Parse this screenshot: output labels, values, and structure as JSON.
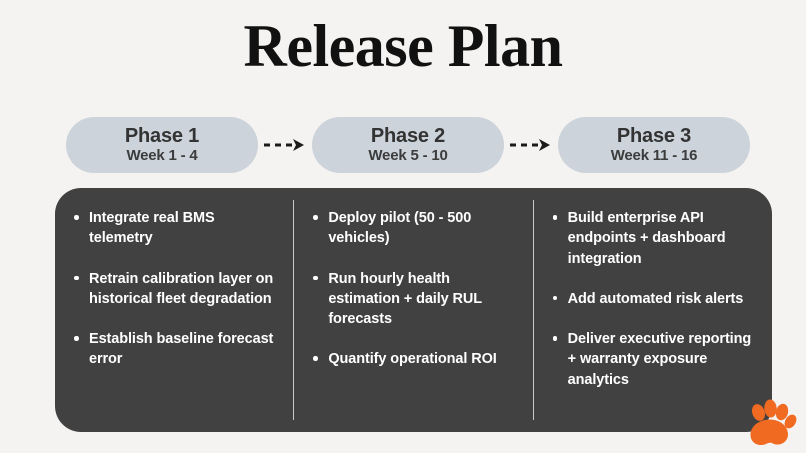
{
  "slide": {
    "title": "Release Plan",
    "background_color": "#f4f3f1",
    "panel_color": "#414141",
    "pill_color": "#ccd3da",
    "accent_color": "#f06a22"
  },
  "phases": [
    {
      "name": "Phase 1",
      "weeks": "Week 1 - 4"
    },
    {
      "name": "Phase 2",
      "weeks": "Week 5 - 10"
    },
    {
      "name": "Phase 3",
      "weeks": "Week 11 - 16"
    }
  ],
  "connectors": [
    {
      "icon": "dashed-arrow-right-icon"
    },
    {
      "icon": "dashed-arrow-right-icon"
    }
  ],
  "columns": [
    {
      "phase": "Phase 1",
      "items": [
        "Integrate real BMS telemetry",
        "Retrain calibration layer on historical fleet degradation",
        "Establish baseline forecast error"
      ]
    },
    {
      "phase": "Phase 2",
      "items": [
        "Deploy pilot (50 - 500 vehicles)",
        "Run hourly health estimation + daily RUL forecasts",
        "Quantify operational ROI"
      ]
    },
    {
      "phase": "Phase 3",
      "items": [
        "Build enterprise API endpoints + dashboard integration",
        "Add automated risk alerts",
        "Deliver executive reporting + warranty exposure analytics"
      ]
    }
  ],
  "logo": {
    "icon": "paw-print-icon",
    "color": "#f06a22"
  }
}
